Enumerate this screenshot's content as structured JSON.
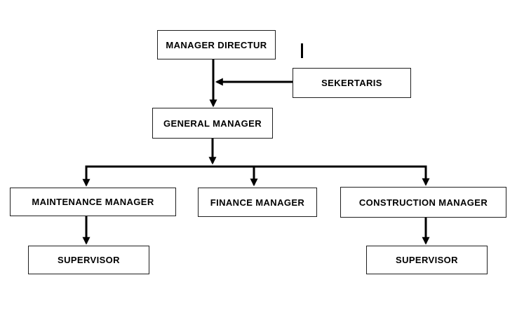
{
  "diagram": {
    "type": "org-chart",
    "nodes": {
      "manager_directur": "MANAGER DIRECTUR",
      "sekertaris": "SEKERTARIS",
      "general_manager": "GENERAL MANAGER",
      "maintenance_manager": "MAINTENANCE MANAGER",
      "finance_manager": "FINANCE MANAGER",
      "construction_manager": "CONSTRUCTION MANAGER",
      "supervisor_left": "SUPERVISOR",
      "supervisor_right": "SUPERVISOR"
    },
    "edges": [
      {
        "from": "manager_directur",
        "to": "general_manager",
        "style": "arrow"
      },
      {
        "from": "sekertaris",
        "to": "manager_directur",
        "style": "arrow",
        "note": "horizontal arrow into the manager_directur-general_manager connector"
      },
      {
        "from": "general_manager",
        "to": "maintenance_manager",
        "style": "arrow"
      },
      {
        "from": "general_manager",
        "to": "finance_manager",
        "style": "arrow"
      },
      {
        "from": "general_manager",
        "to": "construction_manager",
        "style": "arrow"
      },
      {
        "from": "maintenance_manager",
        "to": "supervisor_left",
        "style": "arrow"
      },
      {
        "from": "construction_manager",
        "to": "supervisor_right",
        "style": "arrow"
      }
    ],
    "artifacts": {
      "cursor_mark": "short vertical stroke right of MANAGER DIRECTUR box"
    },
    "colors": {
      "background": "#ffffff",
      "box_fill": "#ffffff",
      "box_border": "#1f1f1f",
      "text": "#000000",
      "connector": "#000000"
    }
  }
}
